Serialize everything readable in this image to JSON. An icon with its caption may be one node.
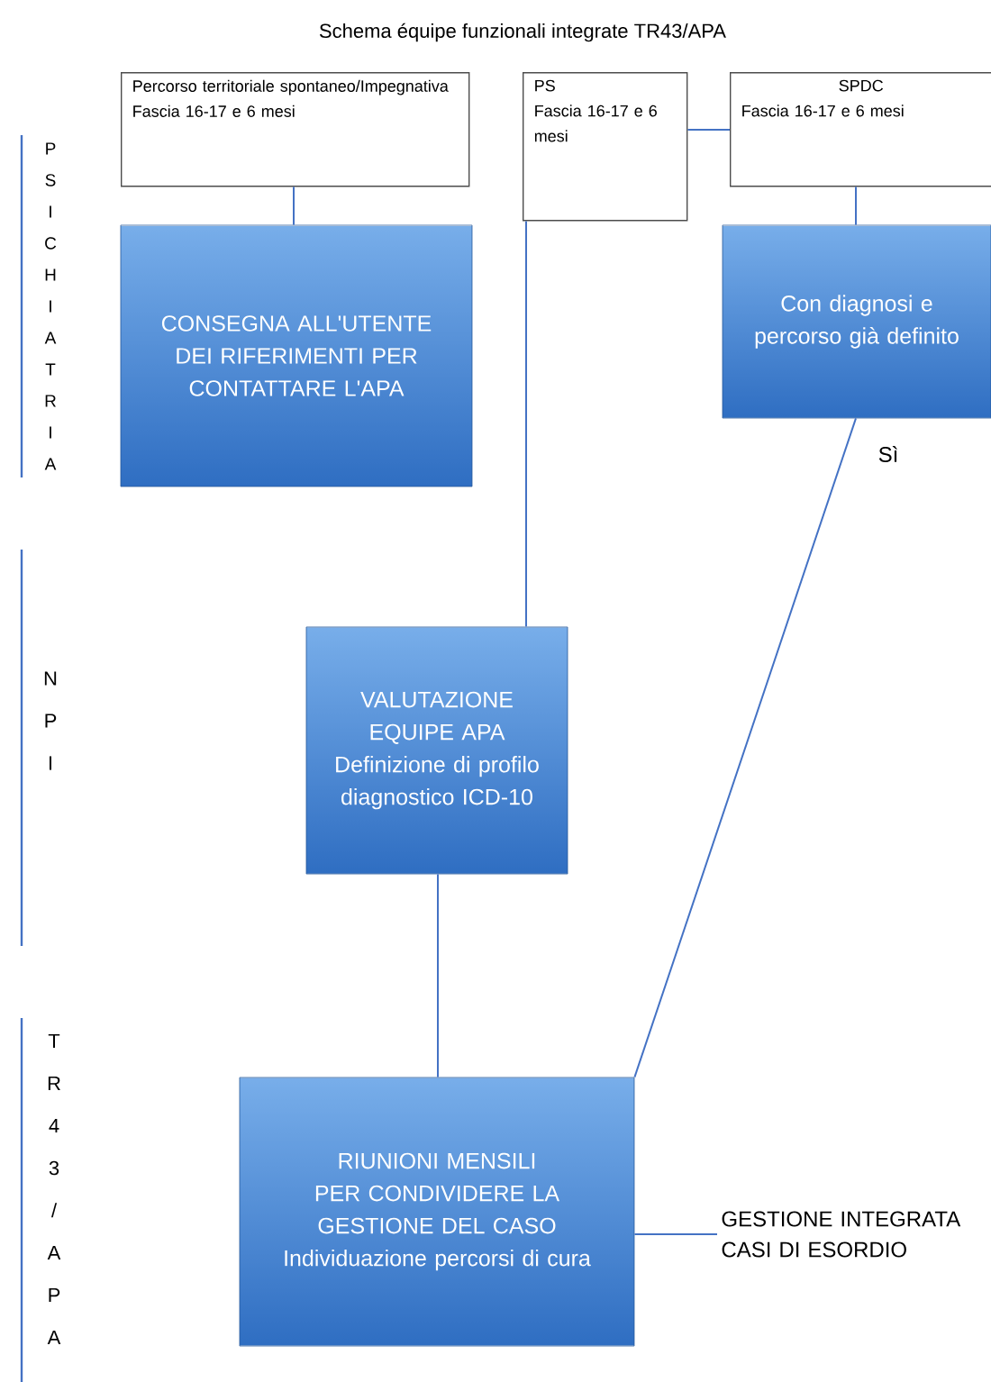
{
  "diagram": {
    "title": "Schema  équipe funzionali integrate  TR43/APA",
    "nodes": [
      {
        "text": [
          "Percorso territoriale spontaneo/Impegnativa",
          "Fascia 16-17 e 6 mesi"
        ]
      },
      {
        "text": [
          "PS",
          "Fascia 16-17 e 6 mesi"
        ]
      },
      {
        "text": [
          "SPDC",
          "Fascia 16-17 e 6 mesi"
        ]
      },
      {
        "text": [
          "CONSEGNA ALL'UTENTE DEI RIFERIMENTI PER CONTATTARE L'APA"
        ]
      },
      {
        "text": [
          "Con diagnosi e percorso già definito"
        ]
      },
      {
        "text": [
          "VALUTAZIONE EQUIPE APA",
          "Definizione di profilo diagnostico ICD-10"
        ]
      },
      {
        "text": [
          "RIUNIONI MENSILI PER CONDIVIDERE LA GESTIONE DEL CASO",
          "Individuazione percorsi di cura"
        ]
      },
      {
        "text": [
          "GESTIONE INTEGRATA CASI DI ESORDIO"
        ]
      }
    ],
    "edges": [
      {
        "from": 0,
        "to": 3,
        "arrow": "none"
      },
      {
        "from": 1,
        "to": 2,
        "arrow": "none"
      },
      {
        "from": 2,
        "to": 4,
        "arrow": "none"
      },
      {
        "from": 1,
        "to": 5,
        "arrow": "none"
      },
      {
        "from": 4,
        "to": 6,
        "arrow": "none",
        "label": "Sì"
      },
      {
        "from": 5,
        "to": 6,
        "arrow": "none"
      },
      {
        "from": 6,
        "to": 7,
        "arrow": "none"
      }
    ],
    "labels": [
      "PSICHIATRIA",
      "NPI",
      "TR43/APA"
    ]
  }
}
